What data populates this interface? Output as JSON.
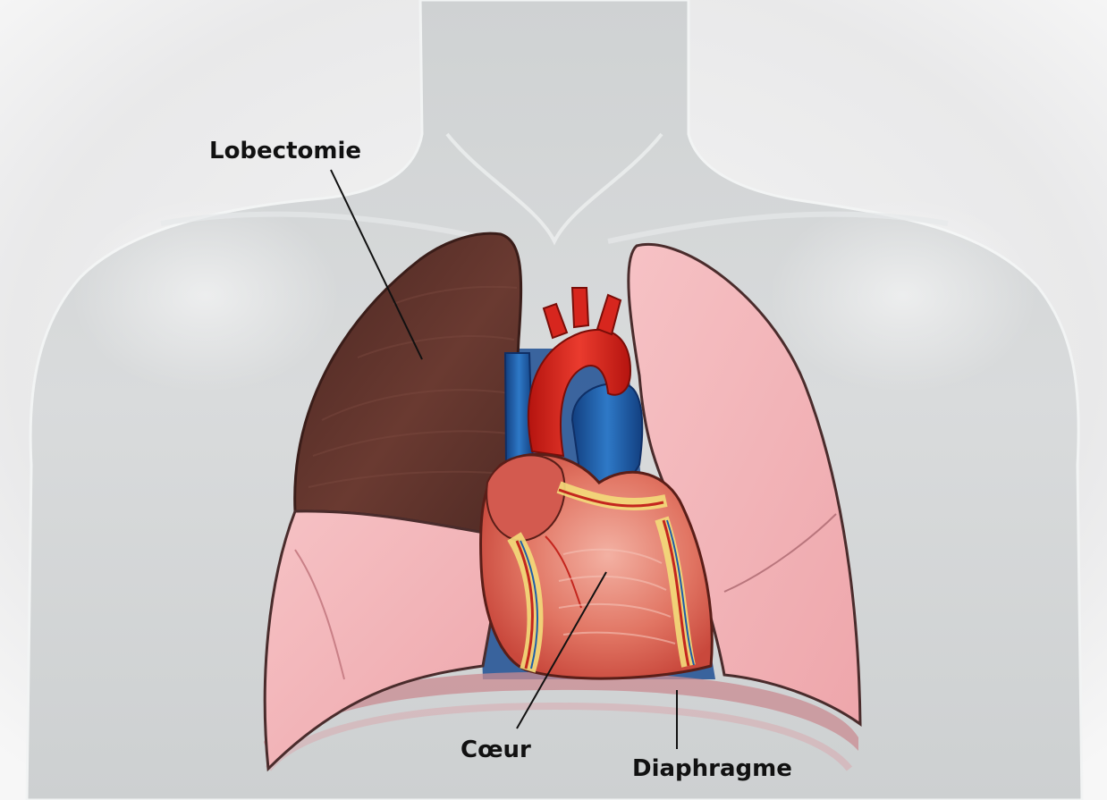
{
  "labels": {
    "lobectomy": "Lobectomie",
    "heart": "Cœur",
    "diaphragm": "Diaphragme"
  },
  "colors": {
    "removed_lobe": "#5a322b",
    "lung": "#f2b3b7",
    "body": "#d6d8d9",
    "aorta": "#d7261e",
    "vessels": "#1d5ea8",
    "heart_muscle": "#e07f70",
    "fat": "#f3dc7a"
  }
}
